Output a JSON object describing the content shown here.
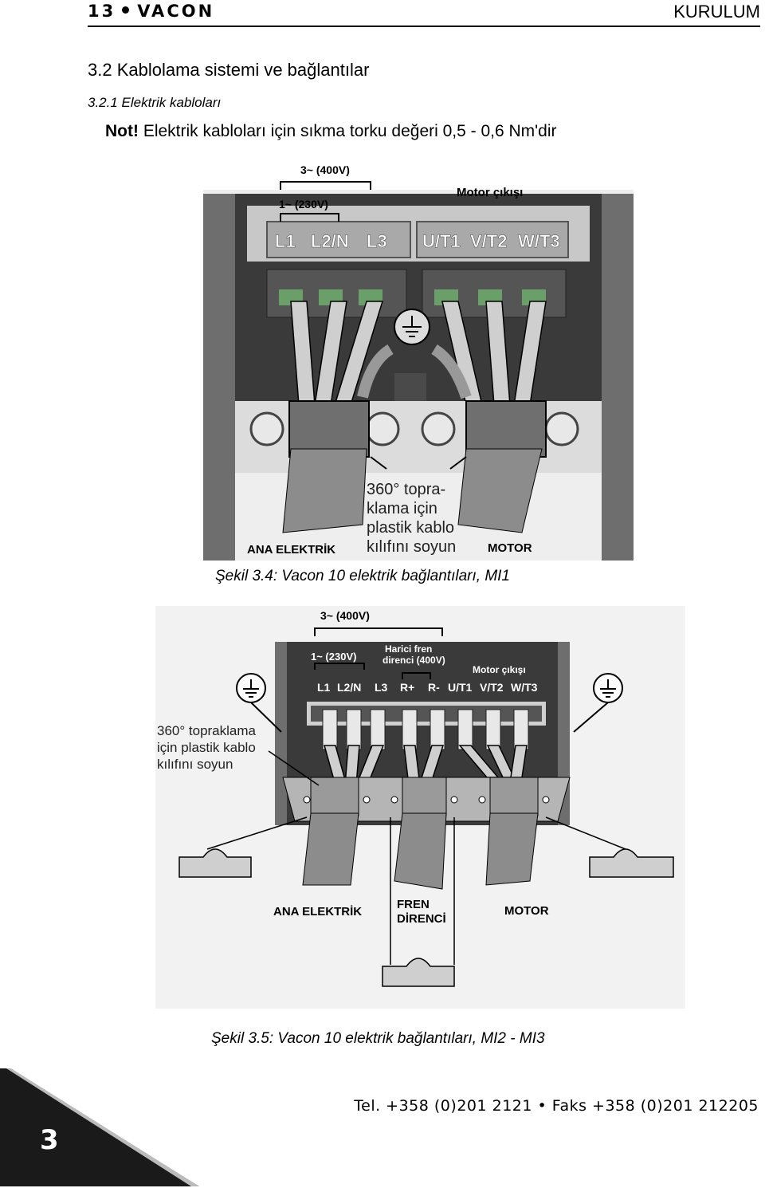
{
  "header": {
    "page_number": "13",
    "brand": "VACON",
    "section": "KURULUM"
  },
  "section_title": "3.2  Kablolama sistemi ve bağlantılar",
  "subsection_title": "3.2.1  Elektrik kabloları",
  "note": {
    "label": "Not!",
    "text": " Elektrik kabloları için sıkma torku değeri 0,5 - 0,6 Nm'dir"
  },
  "figure1": {
    "label_3ph": "3~ (400V)",
    "label_1ph": "1~ (230V)",
    "label_motor_out": "Motor çıkışı",
    "terminals_in": [
      "L1",
      "L2/N",
      "L3"
    ],
    "terminals_out": [
      "U/T1",
      "V/T2",
      "W/T3"
    ],
    "strip_note": [
      "360° topra-",
      "klama için",
      "plastik kablo",
      "kılıfını soyun"
    ],
    "label_mains": "ANA ELEKTRİK",
    "label_motor": "MOTOR",
    "caption": "Şekil 3.4: Vacon 10 elektrik bağlantıları, MI1"
  },
  "figure2": {
    "label_3ph": "3~ (400V)",
    "label_1ph": "1~ (230V)",
    "label_brake_ext": [
      "Harici fren",
      "direnci (400V)"
    ],
    "label_motor_out": "Motor çıkışı",
    "terminals": [
      "L1",
      "L2/N",
      "L3",
      "R+",
      "R-",
      "U/T1",
      "V/T2",
      "W/T3"
    ],
    "strip_note": [
      "360° topraklama",
      "için plastik kablo",
      "kılıfını soyun"
    ],
    "label_mains": "ANA ELEKTRİK",
    "label_brake": [
      "FREN",
      "DİRENCİ"
    ],
    "label_motor": "MOTOR",
    "caption": "Şekil 3.5: Vacon 10 elektrik bağlantıları, MI2 - MI3"
  },
  "footer": {
    "contact": "Tel. +358 (0)201 2121 • Faks +358 (0)201 212205"
  },
  "chapter_tab": "3"
}
